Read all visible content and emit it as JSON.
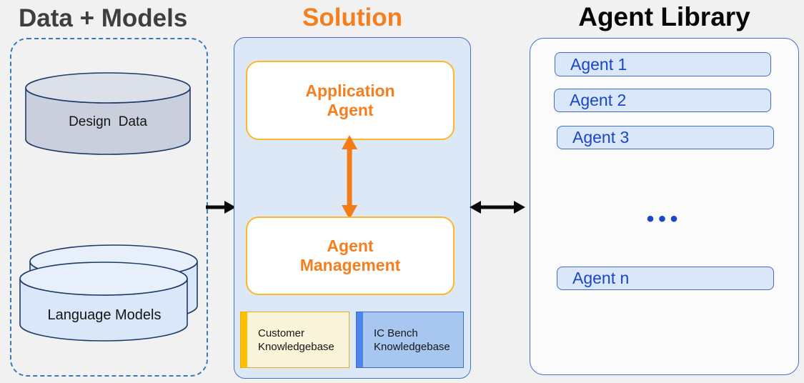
{
  "colors": {
    "accent_orange": "#F57E1E",
    "orange_border": "#FFB627",
    "gold_bar": "#FFC000",
    "accent_blue": "#4472C4",
    "agent_text_blue": "#1A46C8",
    "solution_fill": "#DCE8F6",
    "kb_yellow_fill": "#FAF4DA",
    "kb_blue_fill": "#A7C7F0",
    "kb_blue_bar": "#4C86E8",
    "title_gray": "#3E3E3E",
    "arrow_black": "#0A0A0A"
  },
  "sections": {
    "data_models": {
      "title": "Data + Models",
      "design_data": "Design  Data",
      "language_models": "Language Models"
    },
    "solution": {
      "title": "Solution",
      "application_agent": "Application\nAgent",
      "agent_management": "Agent\nManagement",
      "customer_kb": "Customer\nKnowledgebase",
      "ic_bench_kb": "IC Bench\nKnowledgebase"
    },
    "agent_library": {
      "title": "Agent Library",
      "agents": [
        "Agent 1",
        "Agent 2",
        "Agent 3"
      ],
      "ellipsis": "•••",
      "agent_n": "Agent n"
    }
  }
}
